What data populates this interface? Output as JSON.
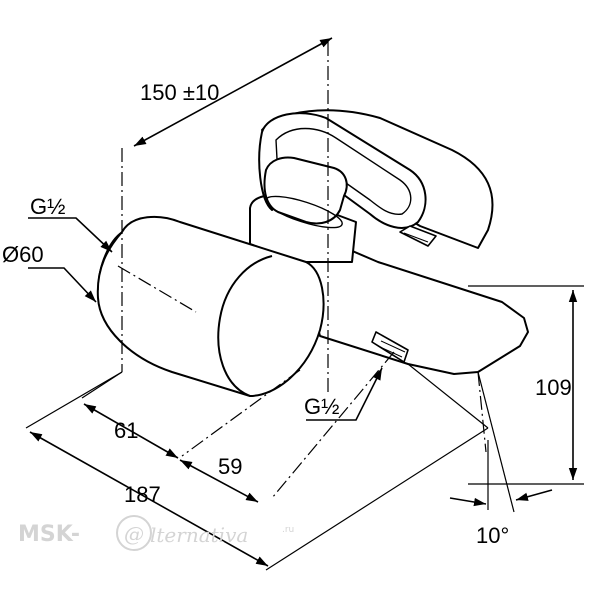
{
  "dimensions": {
    "width_label": "150 ±10",
    "inlet_thread_label": "G½",
    "diameter_label": "Ø60",
    "depth_61_label": "61",
    "depth_59_label": "59",
    "depth_187_label": "187",
    "height_label": "109",
    "outlet_thread_label": "G½",
    "angle_label": "10°"
  },
  "watermark": {
    "brand": "MSK-",
    "at_sign": "@",
    "script": "lternativa",
    "suffix": ".ru"
  },
  "colors": {
    "line": "#000000",
    "watermark": "#d4d4d4"
  }
}
